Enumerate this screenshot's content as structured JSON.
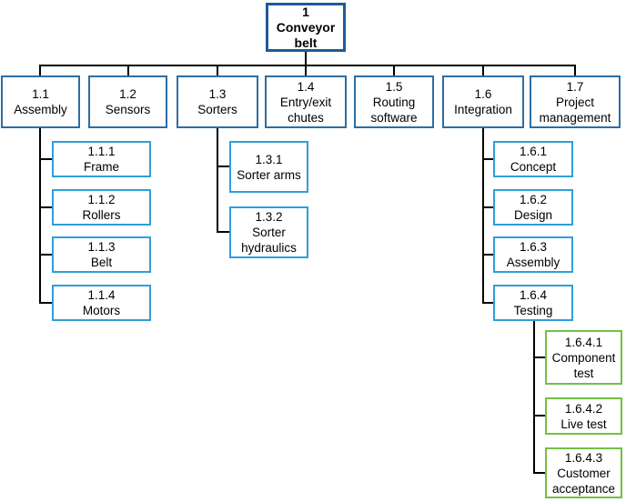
{
  "colors": {
    "root_border": "#1E5A96",
    "level2_border": "#2E6DA4",
    "level3_border": "#2F9FD8",
    "level4_border": "#73BF44",
    "connector": "#000000"
  },
  "nodes": {
    "n1": {
      "id": "1",
      "title": "Conveyor belt",
      "label": "1\nConveyor\nbelt"
    },
    "n11": {
      "id": "1.1",
      "title": "Assembly",
      "label": "1.1\nAssembly"
    },
    "n12": {
      "id": "1.2",
      "title": "Sensors",
      "label": "1.2\nSensors"
    },
    "n13": {
      "id": "1.3",
      "title": "Sorters",
      "label": "1.3\nSorters"
    },
    "n14": {
      "id": "1.4",
      "title": "Entry/exit chutes",
      "label": "1.4\nEntry/exit\nchutes"
    },
    "n15": {
      "id": "1.5",
      "title": "Routing software",
      "label": "1.5\nRouting\nsoftware"
    },
    "n16": {
      "id": "1.6",
      "title": "Integration",
      "label": "1.6\nIntegration"
    },
    "n17": {
      "id": "1.7",
      "title": "Project management",
      "label": "1.7\nProject\nmanagement"
    },
    "n111": {
      "id": "1.1.1",
      "title": "Frame",
      "label": "1.1.1\nFrame"
    },
    "n112": {
      "id": "1.1.2",
      "title": "Rollers",
      "label": "1.1.2\nRollers"
    },
    "n113": {
      "id": "1.1.3",
      "title": "Belt",
      "label": "1.1.3\nBelt"
    },
    "n114": {
      "id": "1.1.4",
      "title": "Motors",
      "label": "1.1.4\nMotors"
    },
    "n131": {
      "id": "1.3.1",
      "title": "Sorter arms",
      "label": "1.3.1\nSorter arms"
    },
    "n132": {
      "id": "1.3.2",
      "title": "Sorter hydraulics",
      "label": "1.3.2\nSorter\nhydraulics"
    },
    "n161": {
      "id": "1.6.1",
      "title": "Concept",
      "label": "1.6.1\nConcept"
    },
    "n162": {
      "id": "1.6.2",
      "title": "Design",
      "label": "1.6.2\nDesign"
    },
    "n163": {
      "id": "1.6.3",
      "title": "Assembly",
      "label": "1.6.3\nAssembly"
    },
    "n164": {
      "id": "1.6.4",
      "title": "Testing",
      "label": "1.6.4\nTesting"
    },
    "n1641": {
      "id": "1.6.4.1",
      "title": "Component test",
      "label": "1.6.4.1\nComponent\ntest"
    },
    "n1642": {
      "id": "1.6.4.2",
      "title": "Live test",
      "label": "1.6.4.2\nLive test"
    },
    "n1643": {
      "id": "1.6.4.3",
      "title": "Customer acceptance",
      "label": "1.6.4.3\nCustomer\nacceptance"
    }
  }
}
